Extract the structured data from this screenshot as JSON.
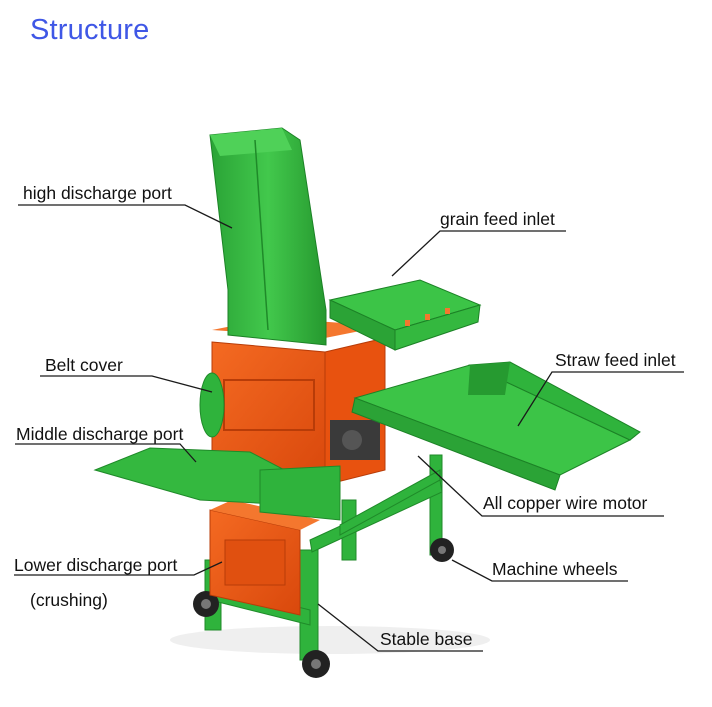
{
  "title": "Structure",
  "labels": {
    "high_discharge_port": "high discharge port",
    "grain_feed_inlet": "grain feed inlet",
    "belt_cover": "Belt cover",
    "straw_feed_inlet": "Straw feed inlet",
    "middle_discharge_port": "Middle discharge port",
    "all_copper_wire_motor": "All copper wire motor",
    "lower_discharge_port": "Lower discharge port",
    "crushing": "(crushing)",
    "machine_wheels": "Machine wheels",
    "stable_base": "Stable base"
  },
  "colors": {
    "title": "#3f57e6",
    "machine_green": "#2fb33c",
    "machine_orange": "#f05a14",
    "label_text": "#111111"
  }
}
